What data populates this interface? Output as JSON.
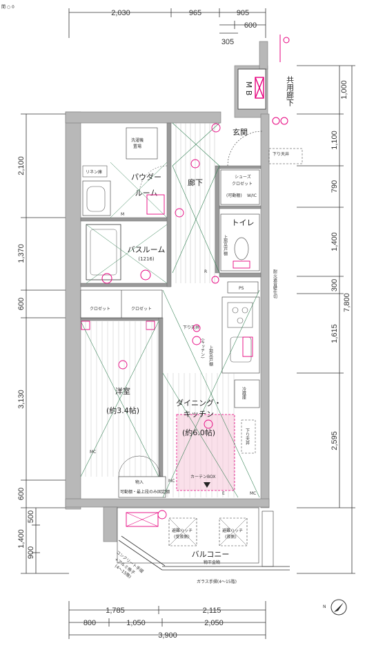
{
  "corner_note": "間 ○ 0",
  "dims_top": {
    "a": "2,030",
    "b": "965",
    "c": "905",
    "d": "600",
    "e": "305"
  },
  "dims_left": {
    "a": "2,100",
    "b": "1,370",
    "c": "600",
    "d": "3,130",
    "e": "600",
    "f": "500",
    "g": "1,400",
    "h": "900"
  },
  "dims_right": {
    "a": "1,000",
    "b": "1,100",
    "c": "790",
    "d": "1,400",
    "e": "300",
    "f": "7,800",
    "g": "1,615",
    "h": "2,595"
  },
  "dims_bottom": {
    "a": "1,785",
    "b": "2,115",
    "c": "800",
    "d": "1,050",
    "e": "2,050",
    "f": "3,900"
  },
  "rooms": {
    "mb": "M B",
    "corridor": "共用廊下",
    "entrance": "玄関",
    "hall": "廊下",
    "powder1": "パウダー",
    "powder2": "ルーム",
    "bath1": "バスルーム",
    "bath2": "(1216)",
    "toilet": "トイレ",
    "western1": "洋室",
    "western2": "(約3.4帖)",
    "dk1": "ダイニング・",
    "dk2": "キッチン",
    "dk3": "(約6.0帖)",
    "balcony": "バルコニー"
  },
  "labels": {
    "laundry1": "洗濯機",
    "laundry2": "置場",
    "linen": "リネン庫",
    "shoes1": "シューズ",
    "shoes2": "クロゼット",
    "shoes3": "(可動棚)",
    "drop_ceiling1": "下り天井",
    "drop_ceiling2": "下り天井",
    "drop_ceiling3": "下り天井",
    "ps": "PS",
    "closet1": "クロゼット",
    "closet2": "クロゼット",
    "kitchen_side": "(キッチン)",
    "upper_cab1": "上部吊戸棚",
    "upper_cab2": "上部吊戸棚",
    "fireproof": "耐火遮音壁仕切",
    "storage1": "物入",
    "storage2": "可動棚・最上段のみ固定棚",
    "curtain": "カーテンBOX",
    "mc1": "MC",
    "mc2": "MC",
    "mc3": "MC",
    "hatch1a": "避難ハッチ",
    "hatch1b": "(受救側)",
    "hatch2a": "避難ハッチ",
    "hatch2b": "(救側)",
    "drying": "物干金物",
    "railing1": "ガラス手摺(4〜15階)",
    "railing2": "コンクリート手摺",
    "railing3": "+アルミ格子",
    "railing4": "(4〜15階)",
    "refrigerator": "冷蔵庫",
    "wic": "W/IC",
    "r": "R",
    "m": "M",
    "e": "E"
  },
  "colors": {
    "wall": "#b8b8b8",
    "wall_stroke": "#777777",
    "accent": "#e6007e",
    "accent_fill": "#f5c6d8",
    "line": "#333333",
    "floor": "#888888",
    "green": "#2e7d4f"
  },
  "icons": {
    "compass": "north-compass-icon"
  }
}
